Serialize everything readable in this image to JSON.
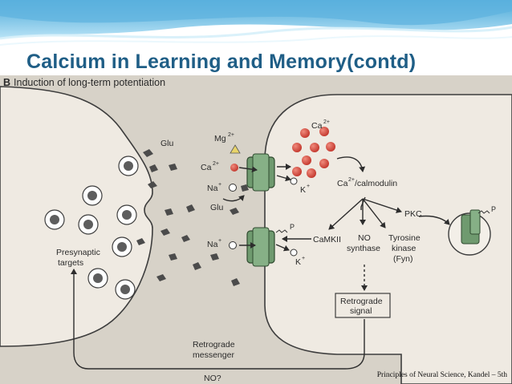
{
  "slide": {
    "title": "Calcium in Learning and Memory(contd)",
    "citation": "Principles of Neural Science, Kandel – 5th",
    "colors": {
      "title": "#1f5e86",
      "banner_top": "#5fb3df",
      "banner_light": "#c8e9f7",
      "membrane_fill": "#efeae2",
      "outline": "#3d3d3d",
      "calcium": "#d9483b",
      "receptor": "#6f9a6f"
    }
  },
  "figure": {
    "panel_letter": "B",
    "heading": "Induction of long-term potentiation",
    "labels": {
      "glu_top": "Glu",
      "mg": "Mg",
      "mg_sup": "2+",
      "ca_left": "Ca",
      "ca_left_sup": "2+",
      "na_top": "Na",
      "na_top_sup": "+",
      "glu_mid": "Glu",
      "na_bottom": "Na",
      "na_bottom_sup": "+",
      "k_top": "K",
      "k_top_sup": "+",
      "k_bottom": "K",
      "k_bottom_sup": "+",
      "ca_right": "Ca",
      "ca_right_sup": "2+",
      "calmodulin_pre": "Ca",
      "calmodulin_sup": "2+",
      "calmodulin_post": "/calmodulin",
      "pkc": "PKC",
      "camkii": "CaMKII",
      "no_synthase_line1": "NO",
      "no_synthase_line2": "synthase",
      "tyrosine_line1": "Tyrosine",
      "tyrosine_line2": "kinase",
      "tyrosine_line3": "(Fyn)",
      "retrograde_signal_line1": "Retrograde",
      "retrograde_signal_line2": "signal",
      "retrograde_messenger_line1": "Retrograde",
      "retrograde_messenger_line2": "messenger",
      "no_question": "NO?",
      "presynaptic_line1": "Presynaptic",
      "presynaptic_line2": "targets",
      "p_top": "P",
      "p_right": "P"
    }
  }
}
